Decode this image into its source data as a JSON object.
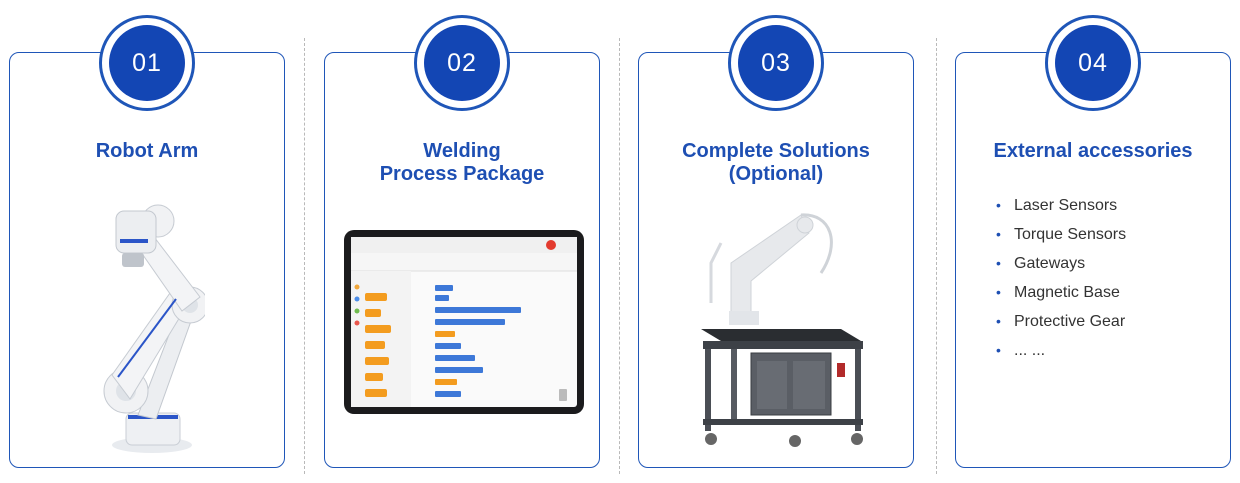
{
  "cards": [
    {
      "number": "01",
      "title_lines": [
        "Robot Arm"
      ]
    },
    {
      "number": "02",
      "title_lines": [
        "Welding",
        "Process Package"
      ]
    },
    {
      "number": "03",
      "title_lines": [
        "Complete Solutions",
        "(Optional)"
      ]
    },
    {
      "number": "04",
      "title_lines": [
        "External accessories"
      ],
      "items": [
        "Laser Sensors",
        "Torque Sensors",
        "Gateways",
        "Magnetic Base",
        "Protective Gear",
        "... ..."
      ]
    }
  ],
  "colors": {
    "accent": "#1e4fb3",
    "badge": "#1346b4",
    "border": "#1f56b8",
    "divider": "#b9b9b9"
  }
}
